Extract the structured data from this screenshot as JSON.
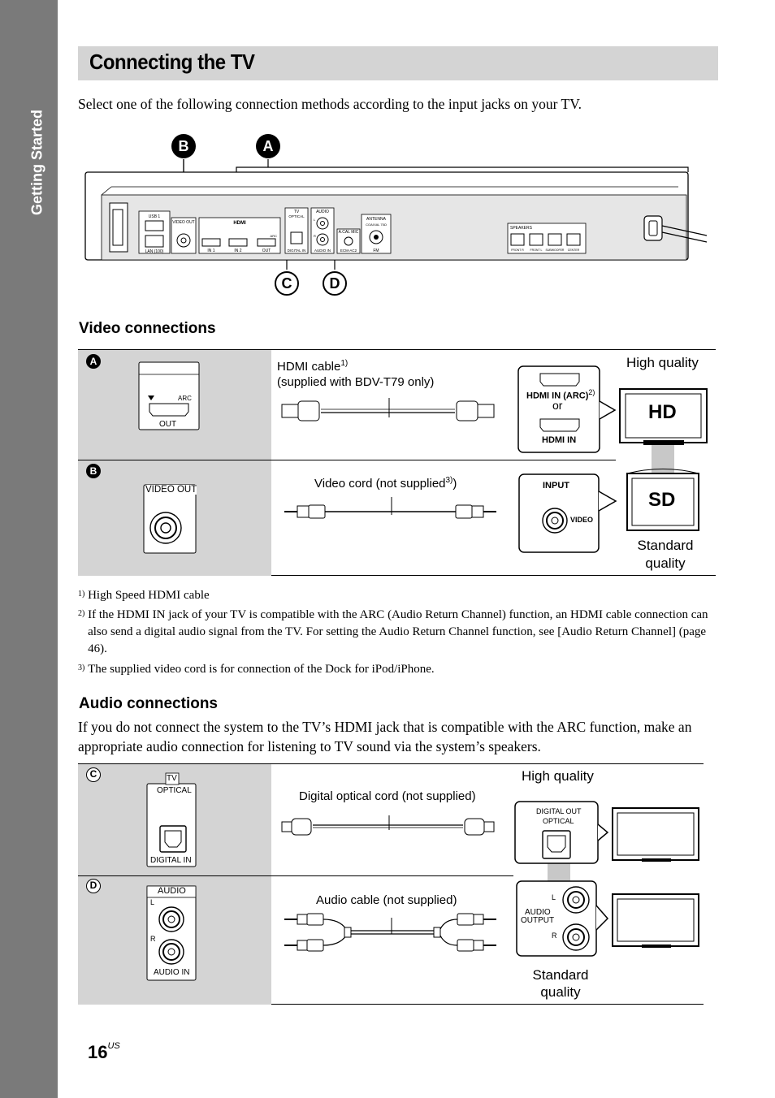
{
  "sidebar": {
    "label": "Getting Started"
  },
  "title": "Connecting the TV",
  "intro": "Select one of the following connection methods according to the input jacks on your TV.",
  "diagram": {
    "markers": {
      "a": "A",
      "b": "B",
      "c": "C",
      "d": "D"
    },
    "panel": {
      "usb": "USB 1",
      "lan": "LAN (100)",
      "video_out": "VIDEO OUT",
      "hdmi_logo": "HDMI",
      "hdmi_in1": "IN 1",
      "hdmi_in2": "IN 2",
      "hdmi_out": "OUT",
      "hdmi_arc": "ARC",
      "tv_optical_top": "TV",
      "tv_optical": "OPTICAL",
      "digital_in": "DIGITAL IN",
      "audio": "AUDIO",
      "audio_l": "L",
      "audio_r": "R",
      "audio_in": "AUDIO IN",
      "acal_mic": "A.CAL MIC",
      "ecm": "ECM-AC2",
      "antenna": "ANTENNA",
      "coaxial": "COAXIAL 75Ω",
      "fm": "FM",
      "speakers": "SPEAKERS",
      "sp1": "FRONT R",
      "sp2": "FRONT L",
      "sp3": "SUBWOOFER",
      "sp4": "CENTER"
    }
  },
  "video": {
    "heading": "Video connections",
    "row_a": {
      "marker": "A",
      "jack_arc": "ARC",
      "jack_out": "OUT",
      "cable": "HDMI cable",
      "cable_sup": "1)",
      "cable_note": "(supplied with BDV-T79 only)",
      "tv_jack1": "HDMI IN (ARC)",
      "tv_jack1_sup": "2)",
      "or": "or",
      "tv_jack2": "HDMI IN"
    },
    "row_b": {
      "marker": "B",
      "jack": "VIDEO OUT",
      "cable": "Video cord (not supplied",
      "cable_sup": "3)",
      "cable_end": ")",
      "tv_input": "INPUT",
      "tv_video": "VIDEO"
    },
    "high_quality": "High quality",
    "hd": "HD",
    "sd": "SD",
    "standard_quality": "Standard quality"
  },
  "footnotes": [
    {
      "mark": "1)",
      "text": "High Speed HDMI cable"
    },
    {
      "mark": "2)",
      "text": "If the HDMI IN jack of your TV is compatible with the ARC (Audio Return Channel) function, an HDMI cable connection can also send a digital audio signal from the TV. For setting the Audio Return Channel function, see [Audio Return Channel] (page 46)."
    },
    {
      "mark": "3)",
      "text": "The supplied video cord is for connection of the Dock for iPod/iPhone."
    }
  ],
  "audio": {
    "heading": "Audio connections",
    "paragraph": "If you do not connect the system to the TV’s HDMI jack that is compatible with the ARC function, make an appropriate audio connection for listening to TV sound via the system’s speakers.",
    "row_c": {
      "marker": "C",
      "jack_tv": "TV",
      "jack_optical": "OPTICAL",
      "jack_digital_in": "DIGITAL IN",
      "cable": "Digital optical cord (not supplied)",
      "tv_digital_out": "DIGITAL OUT",
      "tv_optical": "OPTICAL"
    },
    "row_d": {
      "marker": "D",
      "jack_audio": "AUDIO",
      "jack_l": "L",
      "jack_r": "R",
      "jack_audio_in": "AUDIO IN",
      "cable": "Audio cable (not supplied)",
      "tv_l": "L",
      "tv_r": "R",
      "tv_audio": "AUDIO",
      "tv_output": "OUTPUT"
    },
    "high_quality": "High quality",
    "standard_quality": "Standard quality"
  },
  "page": {
    "number": "16",
    "suffix": "US"
  }
}
